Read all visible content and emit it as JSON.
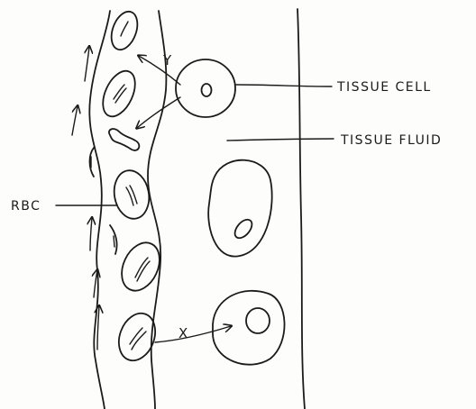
{
  "labels": {
    "tissue_cell": "TISSUE CELL",
    "tissue_fluid": "TISSUE FLUID",
    "rbc": "RBC",
    "arrow_y": "Y",
    "arrow_x": "X"
  }
}
